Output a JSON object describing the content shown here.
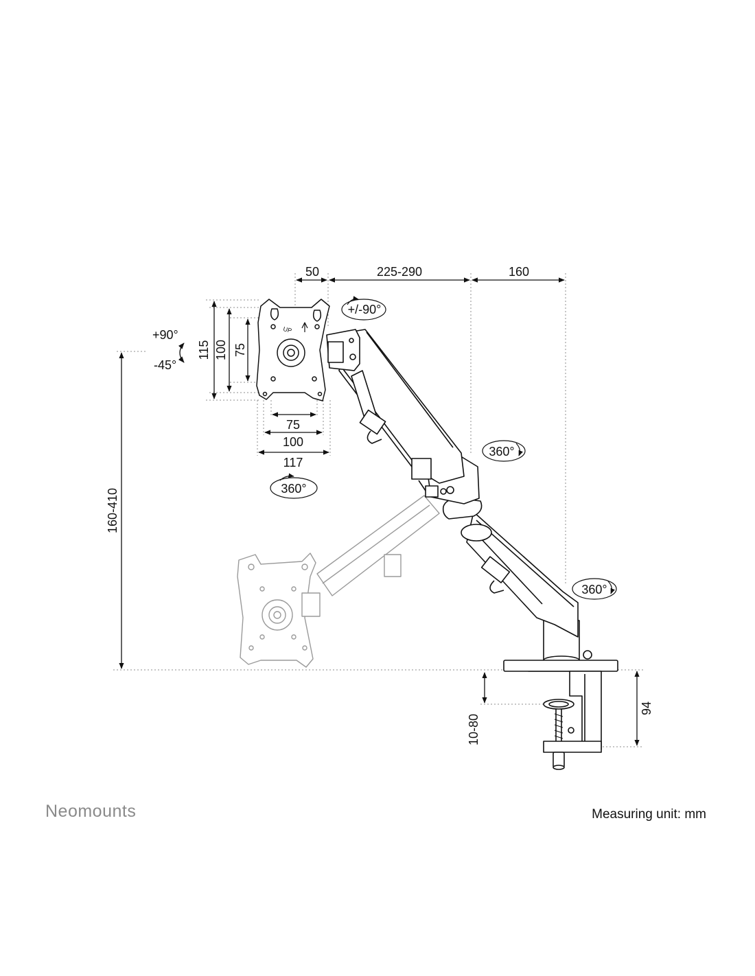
{
  "dimensions": {
    "offset_depth": "50",
    "arm_reach": "225-290",
    "base_reach": "160",
    "height_range": "160-410",
    "plate_height_outer": "115",
    "plate_height_mid": "100",
    "plate_height_inner": "75",
    "plate_width_inner": "75",
    "plate_width_mid": "100",
    "plate_width_outer": "117",
    "desk_thickness": "10-80",
    "clamp_height": "94"
  },
  "rotations": {
    "tilt_up": "+90°",
    "tilt_down": "-45°",
    "rotate_head": "+/-90°",
    "swivel_plate": "360°",
    "swivel_elbow": "360°",
    "swivel_base": "360°"
  },
  "plate_marking": "UP",
  "brand": "Neomounts",
  "unit_note": "Measuring unit: mm",
  "colors": {
    "line": "#111111",
    "ghost_line": "#9a9a9a",
    "guide": "#8c8c8c",
    "brand": "#8a8a8a"
  }
}
